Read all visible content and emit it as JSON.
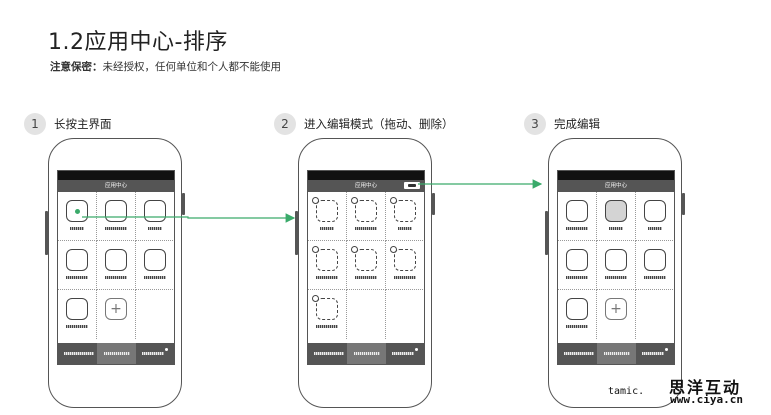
{
  "title": "1.2应用中心-排序",
  "notice": {
    "label": "注意保密：",
    "text": "未经授权，任何单位和个人都不能使用"
  },
  "steps": [
    {
      "num": "1",
      "label": "长按主界面"
    },
    {
      "num": "2",
      "label": "进入编辑模式（拖动、删除）"
    },
    {
      "num": "3",
      "label": "完成编辑"
    }
  ],
  "screen": {
    "app_title": "应用中心"
  },
  "watermark": {
    "tamic": "tamic.",
    "brand": "思洋互动",
    "url": "www.ciya.cn"
  },
  "colors": {
    "accent_arrow": "#3aaa6a",
    "dock": "#555555",
    "appbar": "#555555"
  }
}
